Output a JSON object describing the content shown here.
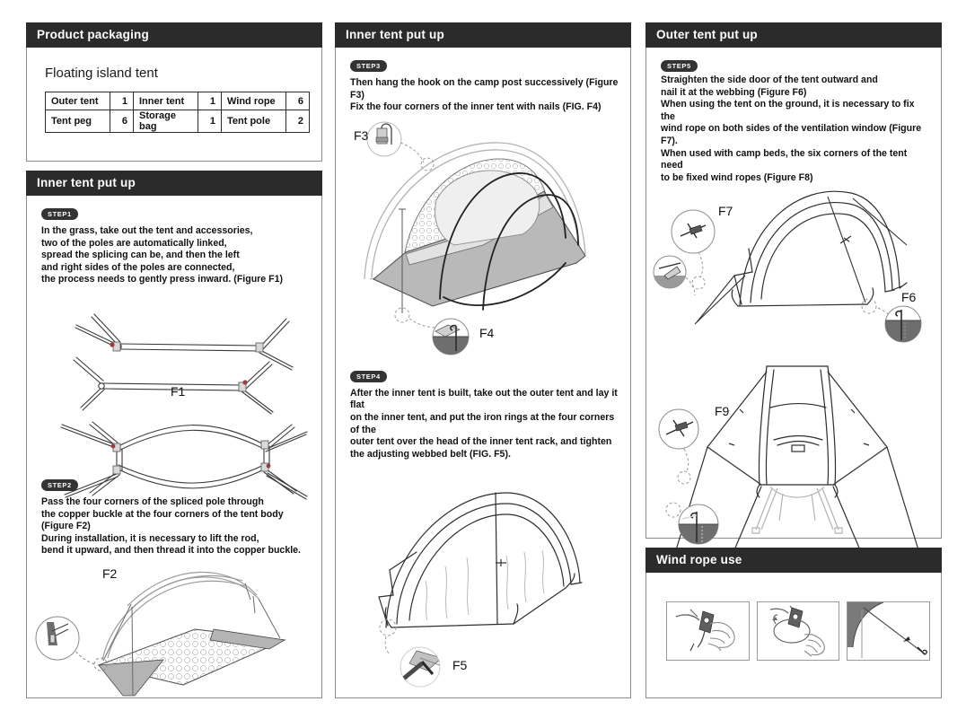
{
  "document": {
    "type": "tent instruction manual",
    "background": "#ffffff",
    "header_bar_color": "#2b2b2b",
    "accent_red": "#9e3b3b",
    "panel_border": "#8d8d8d"
  },
  "columns": {
    "left": {
      "packaging": {
        "header": "Product packaging",
        "product_name": "Floating island tent",
        "parts_table": {
          "rows": [
            [
              {
                "name": "Outer tent",
                "qty": "1"
              },
              {
                "name": "Inner tent",
                "qty": "1"
              },
              {
                "name": "Wind rope",
                "qty": "6"
              }
            ],
            [
              {
                "name": "Tent peg",
                "qty": "6"
              },
              {
                "name": "Storage bag",
                "qty": "1"
              },
              {
                "name": "Tent pole",
                "qty": "2"
              }
            ]
          ]
        }
      },
      "inner_tent": {
        "header": "Inner tent put up",
        "step1": {
          "badge": "STEP1",
          "text": "In the grass, take out the tent and accessories,\ntwo of the poles are automatically linked,\nspread the splicing can be, and then the left\nand right sides of the poles are connected,\nthe process needs to gently press inward. (Figure F1)",
          "figure_label": "F1"
        },
        "step2": {
          "badge": "STEP2",
          "text": "Pass the four corners of the spliced pole through\nthe copper buckle at the four corners of the tent body (Figure F2)\nDuring installation, it is necessary to lift the rod,\nbend it upward, and then thread it into the copper buckle.",
          "figure_label": "F2"
        }
      }
    },
    "middle": {
      "header": "Inner tent put up",
      "step3": {
        "badge": "STEP3",
        "text": "Then hang the hook on the camp post successively (Figure F3)\nFix the four corners of the inner tent with nails (FIG. F4)",
        "figure_label_a": "F3",
        "figure_label_b": "F4"
      },
      "step4": {
        "badge": "STEP4",
        "text": "After the inner tent is built, take out the outer tent and lay it flat\non the inner tent, and put the iron rings at the four corners of the\nouter tent over the head of the inner tent rack, and tighten\nthe adjusting webbed belt (FIG. F5).",
        "figure_label": "F5"
      }
    },
    "right": {
      "outer_tent": {
        "header": "Outer tent put up",
        "step5": {
          "badge": "STEP5",
          "text": "Straighten the side door of the tent outward and\nnail it at the webbing (Figure F6)\nWhen using the tent on the ground, it is necessary to fix the\nwind rope on both sides of the ventilation window (Figure F7).\nWhen used with camp beds, the six corners of the tent need\nto be fixed wind ropes (Figure F8)",
          "figure_label_f7": "F7",
          "figure_label_f6": "F6",
          "figure_label_f9": "F9"
        }
      },
      "wind_rope": {
        "header": "Wind rope use",
        "panels": [
          {
            "caption": "",
            "name": "hand-threading-rope-through-tensioner"
          },
          {
            "caption": "",
            "name": "hand-pulling-rope-loop"
          },
          {
            "caption": "",
            "name": "staked-guy-line-tensioned"
          }
        ]
      }
    }
  }
}
